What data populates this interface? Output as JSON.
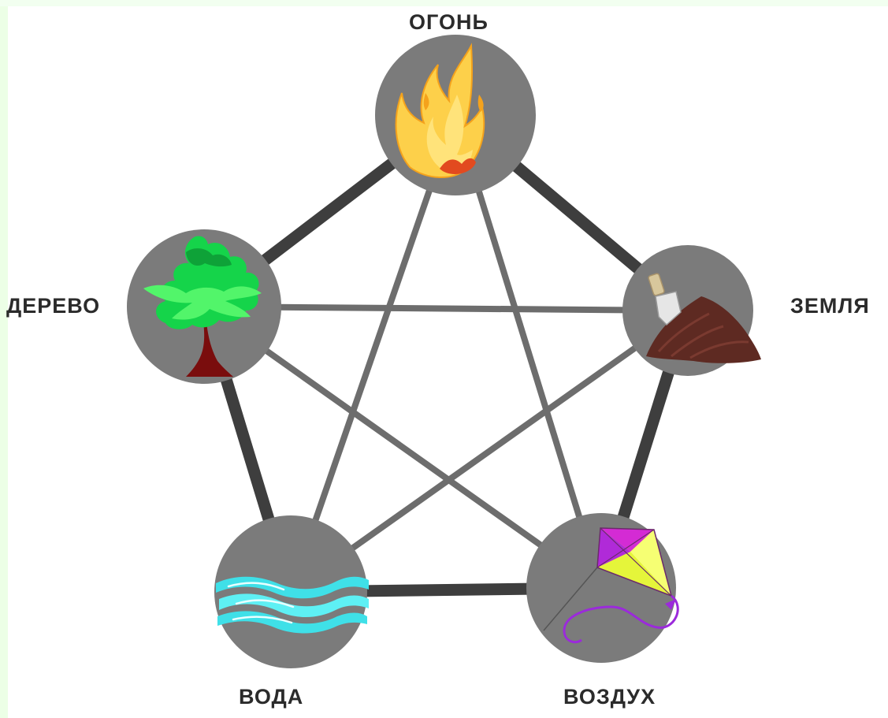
{
  "diagram": {
    "nodes": [
      {
        "id": "fire",
        "label": "ОГОНЬ",
        "icon": "flame-icon"
      },
      {
        "id": "earth",
        "label": "ЗЕМЛЯ",
        "icon": "soil-shovel-icon"
      },
      {
        "id": "wood",
        "label": "ДЕРЕВО",
        "icon": "tree-icon"
      },
      {
        "id": "water",
        "label": "ВОДА",
        "icon": "waves-icon"
      },
      {
        "id": "air",
        "label": "ВОЗДУХ",
        "icon": "kite-icon"
      }
    ],
    "outer_edges": [
      [
        "fire",
        "earth"
      ],
      [
        "earth",
        "air"
      ],
      [
        "air",
        "water"
      ],
      [
        "water",
        "wood"
      ],
      [
        "wood",
        "fire"
      ]
    ],
    "inner_edges": [
      [
        "fire",
        "water"
      ],
      [
        "fire",
        "air"
      ],
      [
        "wood",
        "earth"
      ],
      [
        "wood",
        "air"
      ],
      [
        "earth",
        "water"
      ]
    ]
  },
  "colors": {
    "node_fill": "#7b7b7b",
    "outer_edge": "#3e3e3e",
    "inner_edge": "#6d6d6d",
    "label": "#2b2b2b",
    "left_strip": "#ecffe6"
  }
}
